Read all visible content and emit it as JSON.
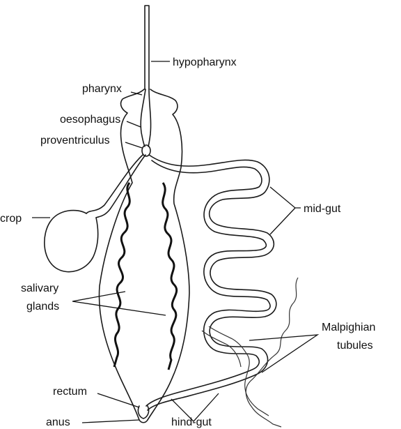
{
  "labels": {
    "hypopharynx": "hypopharynx",
    "pharynx": "pharynx",
    "oesophagus": "oesophagus",
    "proventriculus": "proventriculus",
    "crop": "crop",
    "mid_gut": "mid-gut",
    "salivary_glands_line1": "salivary",
    "salivary_glands_line2": "glands",
    "malpighian_line1": "Malpighian",
    "malpighian_line2": "tubules",
    "rectum": "rectum",
    "anus": "anus",
    "hind_gut": "hind-gut"
  },
  "colors": {
    "stroke": "#1a1a1a",
    "background": "#ffffff"
  }
}
